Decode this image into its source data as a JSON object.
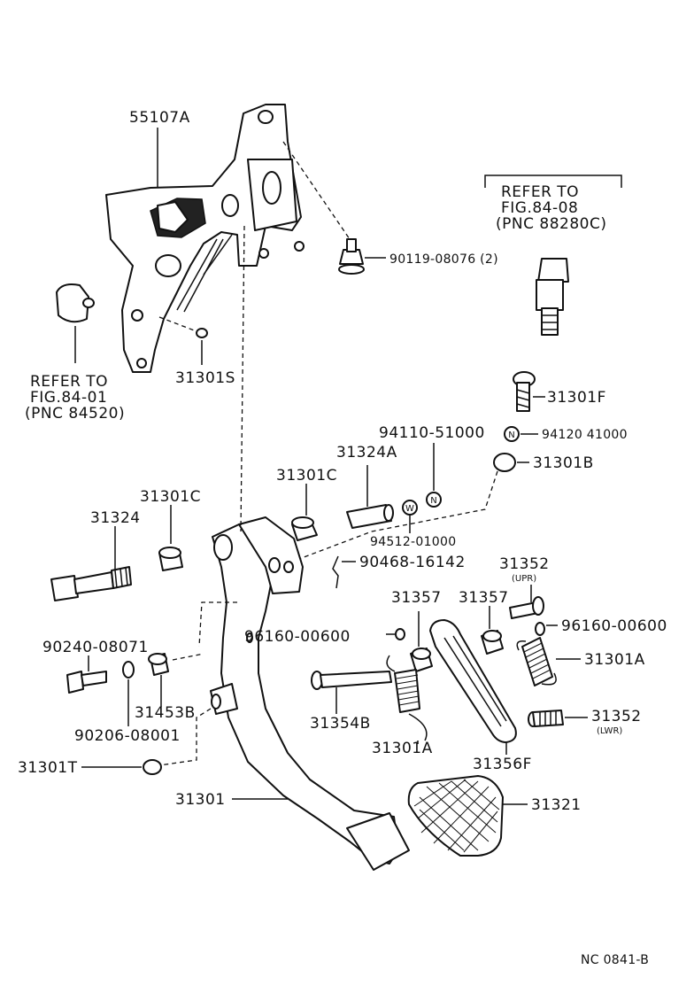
{
  "labels": {
    "p55107A": "55107A",
    "p90119": "90119-08076 (2)",
    "ref_top_1": "REFER TO",
    "ref_top_2": "FIG.84-08",
    "ref_top_3": "(PNC 88280C)",
    "ref_left_1": "REFER TO",
    "ref_left_2": "FIG.84-01",
    "ref_left_3": "(PNC 84520)",
    "p31301S": "31301S",
    "p31301F": "31301F",
    "p94110": "94110-51000",
    "p94120": "94120 41000",
    "p31301B": "31301B",
    "p31324A": "31324A",
    "p31301C_a": "31301C",
    "p31301C_b": "31301C",
    "p31324": "31324",
    "p94512": "94512-01000",
    "p90468": "90468-16142",
    "p31352_upr": "31352",
    "upr": "(UPR)",
    "p31357_a": "31357",
    "p31357_b": "31357",
    "p96160_a": "96160-00600",
    "p96160_b": "96160-00600",
    "p31301A_a": "31301A",
    "p31301A_b": "31301A",
    "p90240": "90240-08071",
    "p31453B": "31453B",
    "p90206": "90206-08001",
    "p31354B": "31354B",
    "p31352_lwr": "31352",
    "lwr": "(LWR)",
    "p31356F": "31356F",
    "p31301T": "31301T",
    "p31301": "31301",
    "p31321": "31321",
    "mark_n": "N",
    "mark_w": "W",
    "footer": "NC  0841-B"
  }
}
